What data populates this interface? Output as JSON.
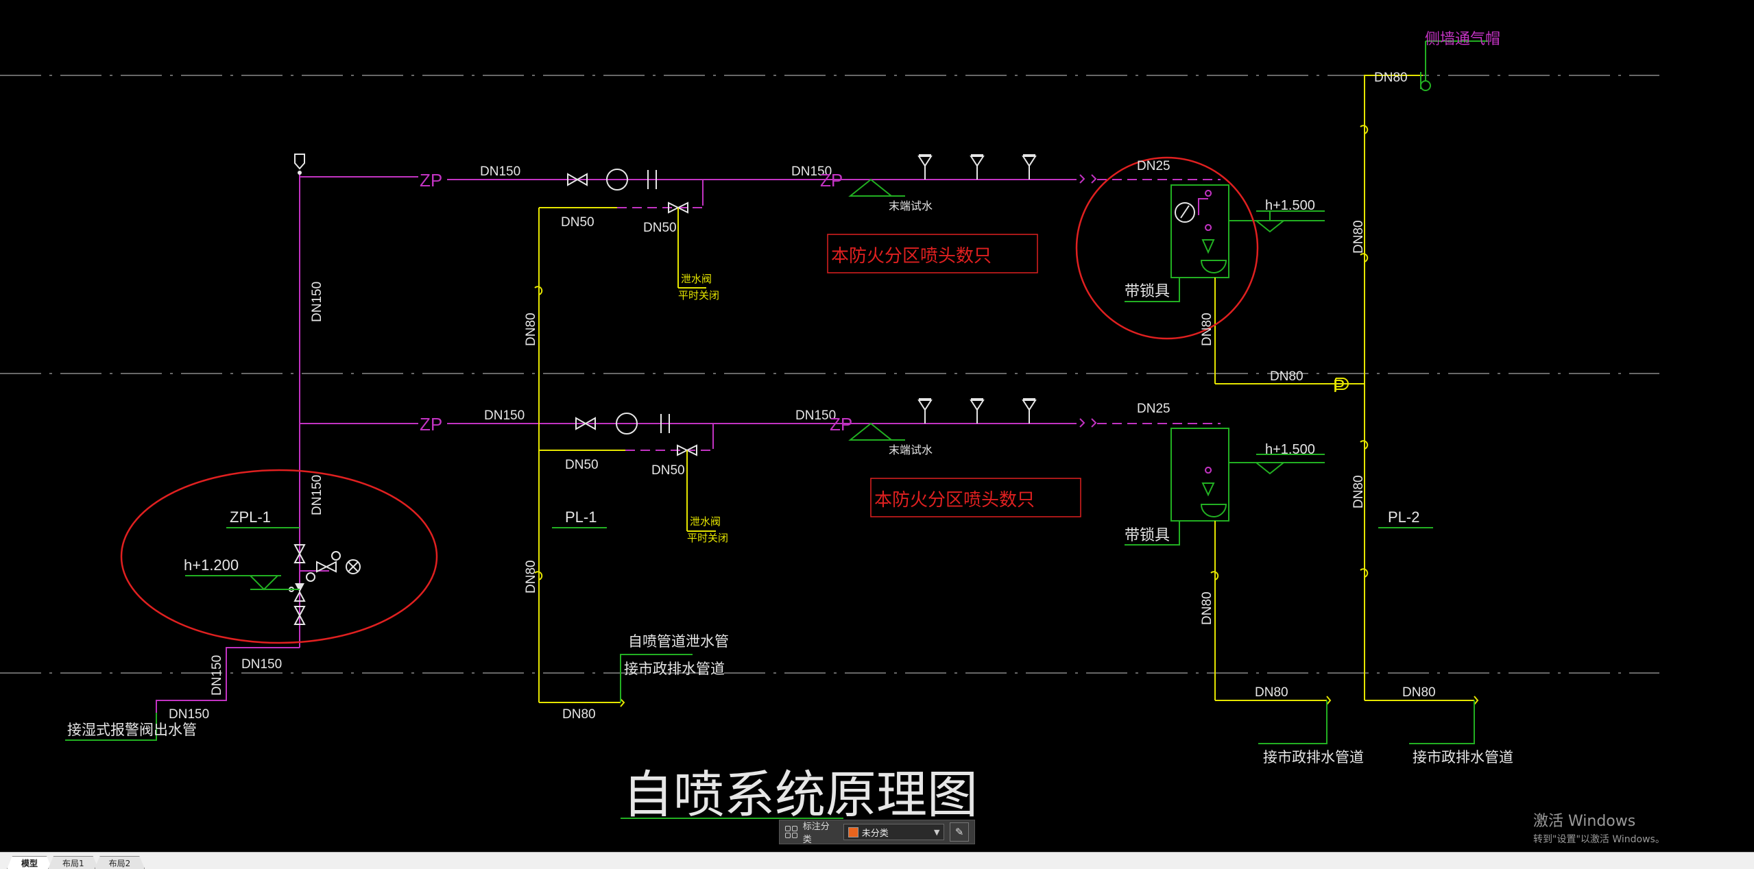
{
  "diagram": {
    "title": "自喷系统原理图",
    "labels": {
      "vent_cap": "侧墙通气帽",
      "dn80": "DN80",
      "dn150": "DN150",
      "dn50": "DN50",
      "dn25": "DN25",
      "zp": "ZP",
      "p": "P",
      "end_device": " 末端试水",
      "sprinkler_count": "本防火分区喷头数只",
      "lock_device": "带锁具",
      "valve_note_1": "泄水阀",
      "valve_note_2": "平时关闭",
      "h1500": "h+1.500",
      "h1200": "h+1.200",
      "zpl1": "ZPL-1",
      "pl1": "PL-1",
      "pl2": "PL-2",
      "drain_pipe_1": "自喷管道泄水管",
      "drain_pipe_2": "接市政排水管道",
      "alarm_valve_outlet": "接湿式报警阀出水管"
    }
  },
  "toolbar": {
    "label": "标注分类",
    "selected": "未分类",
    "swatch_color": "#e8641e"
  },
  "watermark": {
    "line1": "激活 Windows",
    "line2": "转到\"设置\"以激活 Windows。"
  },
  "tabs": [
    "模型",
    "布局1",
    "布局2"
  ],
  "colors": {
    "magenta": "#c233c2",
    "yellow": "#e6e600",
    "green": "#22b022",
    "red": "#e02020",
    "white": "#ffffff",
    "grid": "#8a8a8a"
  }
}
